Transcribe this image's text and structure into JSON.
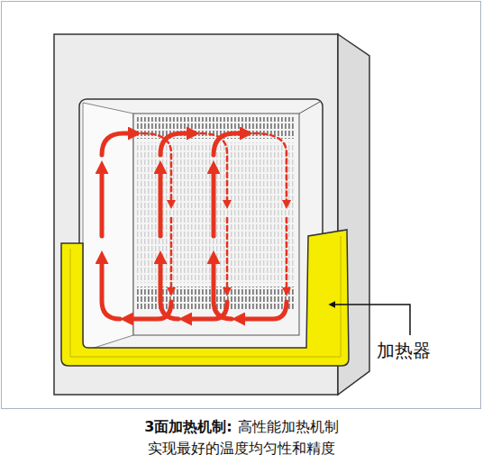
{
  "diagram": {
    "title": "3面加热机制:",
    "caption": "高性能加热机制 实现最好的温度均匀性和精度",
    "labels": [
      "加热器"
    ]
  }
}
